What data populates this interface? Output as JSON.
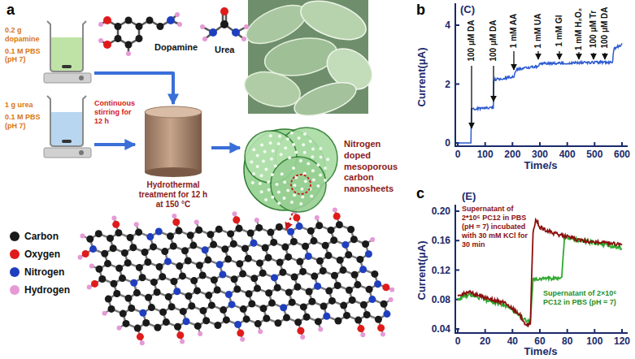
{
  "diagram": {
    "nodes": [
      {
        "text": [
          "0.2 g dopamine",
          "0.1 M PBS (pH 7)"
        ]
      },
      {
        "text": [
          "1 g urea",
          "0.1 M PBS (pH 7)"
        ]
      },
      {
        "text": [
          "Hydrothermal treatment for 12 h at 150 °C"
        ]
      },
      {
        "text": [
          "Nitrogen doped mesoporous carbon nanosheets"
        ]
      }
    ],
    "edges": [
      {
        "from": 0,
        "to": 2,
        "arrow": "to"
      },
      {
        "from": 1,
        "to": 2,
        "arrow": "to"
      },
      {
        "from": 2,
        "to": 3,
        "arrow": "to"
      }
    ],
    "labels": [
      "a",
      "Dopamine",
      "Urea",
      "Continuous stirring for 12 h",
      "b",
      "(C)",
      "100 μM DA",
      "100 μM DA",
      "1 mM AA",
      "1 mM UA",
      "1 mM Gl",
      "1 mM H₂O₂",
      "100 μM Tr",
      "100 μM DA",
      "Current(μA)",
      "Time/s",
      "0",
      "2",
      "4",
      "0",
      "100",
      "200",
      "300",
      "400",
      "500",
      "600",
      "c",
      "(E)",
      "Supernatant of 2*10⁶ PC12 in PBS (pH = 7) incubated with 30 mM KCl for 30 min",
      "Supernatant of 2×10⁶ PC12 in PBS (pH = 7)",
      "Current(μA)",
      "Time/s",
      "0.04",
      "0.08",
      "0.12",
      "0.16",
      "0.20",
      "0",
      "20",
      "40",
      "60",
      "80",
      "100",
      "120"
    ],
    "legend": [
      {
        "text": "Carbon",
        "color": "#1a1a1a"
      },
      {
        "text": "Oxygen",
        "color": "#e01b1b"
      },
      {
        "text": "Nitrogen",
        "color": "#1f3fbf"
      },
      {
        "text": "Hydrogen",
        "color": "#e59ad6"
      }
    ]
  }
}
